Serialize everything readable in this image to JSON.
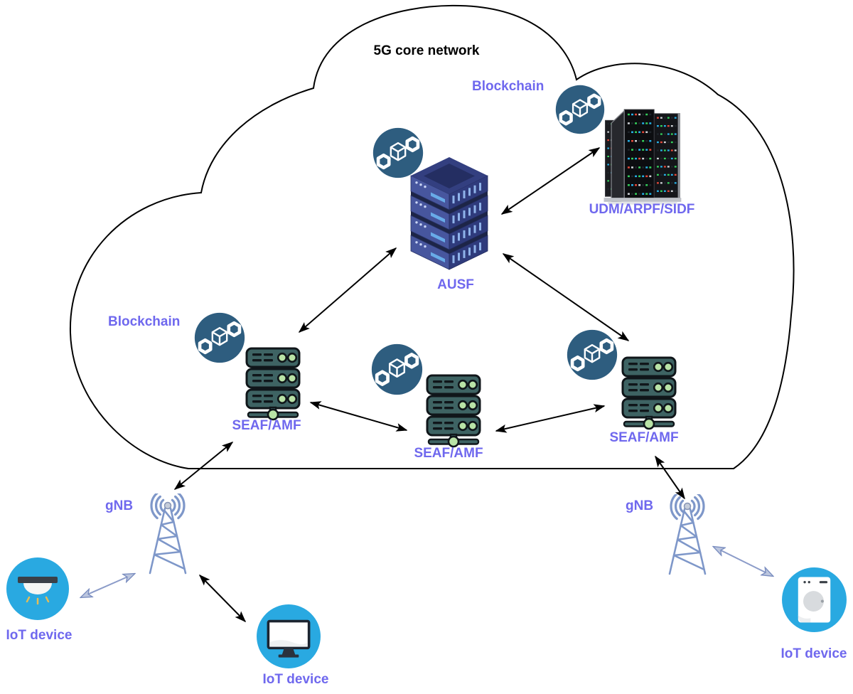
{
  "title": "5G core network",
  "colors": {
    "label_purple": "#6f68ee",
    "title_black": "#000000",
    "blockchain_circle": "#2e5d7f",
    "iot_blue": "#29a9e1",
    "tower_blue": "#7e97c9",
    "arrow_black": "#000000",
    "arrow_blue": "#8c9cc9",
    "ausf_navy": "#47569e",
    "seaf_teal": "#3e6363"
  },
  "blockchain": {
    "top_label": "Blockchain",
    "left_label": "Blockchain",
    "icon": "blockchain-icon",
    "count": 5
  },
  "nodes": {
    "ausf": {
      "label": "AUSF",
      "icon": "server-stack-icon"
    },
    "udm": {
      "label": "UDM/ARPF/SIDF",
      "icon": "server-rack-icon"
    },
    "seaf_left": {
      "label": "SEAF/AMF",
      "icon": "server-icon"
    },
    "seaf_middle": {
      "label": "SEAF/AMF",
      "icon": "server-icon"
    },
    "seaf_right": {
      "label": "SEAF/AMF",
      "icon": "server-icon"
    },
    "gnb_left": {
      "label": "gNB",
      "icon": "antenna-tower-icon"
    },
    "gnb_right": {
      "label": "gNB",
      "icon": "antenna-tower-icon"
    },
    "iot_left": {
      "label": "IoT device",
      "icon": "ceiling-lamp-icon"
    },
    "iot_middle": {
      "label": "IoT device",
      "icon": "monitor-icon"
    },
    "iot_right": {
      "label": "IoT device",
      "icon": "washing-machine-icon"
    }
  },
  "edges": [
    {
      "from": "ausf",
      "to": "seaf_left",
      "style": "black",
      "bidirectional": true
    },
    {
      "from": "ausf",
      "to": "udm",
      "style": "black",
      "bidirectional": true
    },
    {
      "from": "ausf",
      "to": "seaf_right",
      "style": "black",
      "bidirectional": true
    },
    {
      "from": "seaf_left",
      "to": "seaf_middle",
      "style": "black",
      "bidirectional": true
    },
    {
      "from": "seaf_middle",
      "to": "seaf_right",
      "style": "black",
      "bidirectional": true
    },
    {
      "from": "seaf_left",
      "to": "gnb_left",
      "style": "black",
      "bidirectional": true
    },
    {
      "from": "gnb_left",
      "to": "iot_middle",
      "style": "black",
      "bidirectional": true
    },
    {
      "from": "seaf_right",
      "to": "gnb_right",
      "style": "black",
      "bidirectional": true
    },
    {
      "from": "iot_left",
      "to": "gnb_left",
      "style": "blue",
      "bidirectional": true
    },
    {
      "from": "gnb_right",
      "to": "iot_right",
      "style": "blue",
      "bidirectional": true
    }
  ]
}
